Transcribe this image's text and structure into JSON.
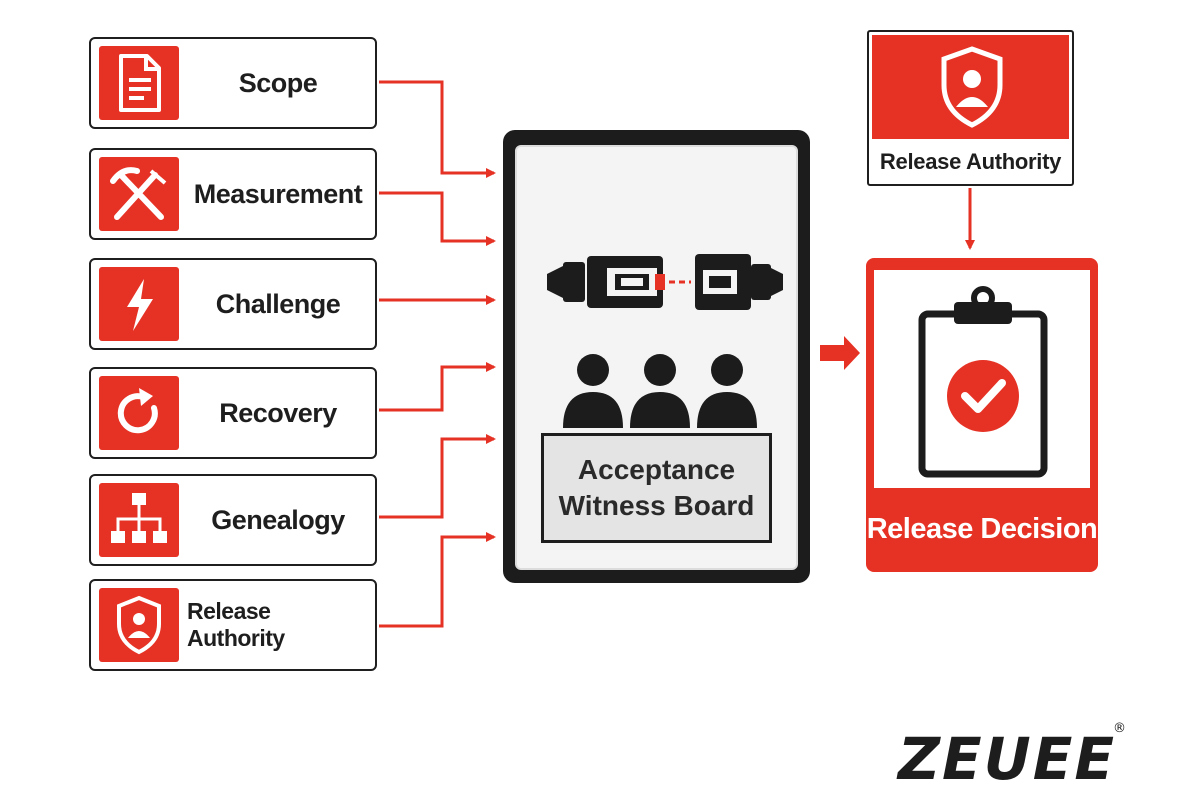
{
  "inputs": [
    {
      "label": "Scope",
      "icon": "document-icon"
    },
    {
      "label": "Measurement",
      "icon": "caliper-tools-icon"
    },
    {
      "label": "Challenge",
      "icon": "lightning-icon"
    },
    {
      "label": "Recovery",
      "icon": "refresh-icon"
    },
    {
      "label": "Genealogy",
      "icon": "hierarchy-icon"
    },
    {
      "label": "Release Authority",
      "icon": "shield-user-icon"
    }
  ],
  "board": {
    "label": "Acceptance Witness Board"
  },
  "authority": {
    "label": "Release Authority",
    "icon": "shield-user-icon"
  },
  "decision": {
    "label": "Release Decision",
    "icon": "clipboard-check-icon"
  },
  "logo": {
    "text": "ZEUEE",
    "mark": "®"
  },
  "colors": {
    "accent": "#e63225",
    "dark": "#1c1c1c",
    "panel": "#e4e4e4"
  }
}
